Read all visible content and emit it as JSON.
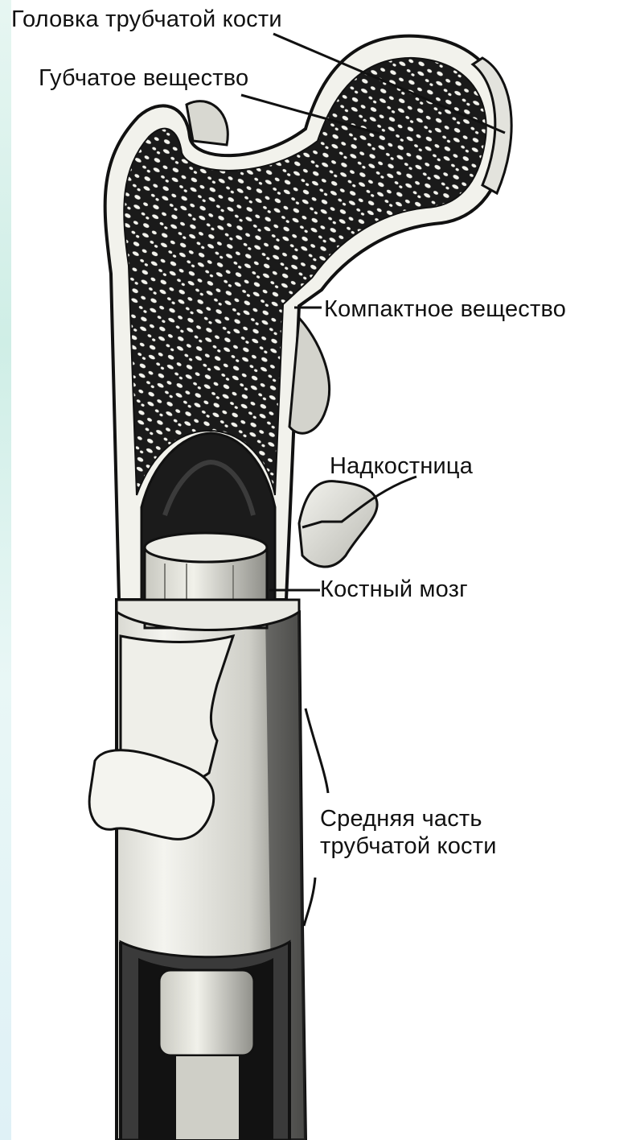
{
  "labels": {
    "head": "Головка трубчатой кости",
    "spongy": "Губчатое вещество",
    "compact": "Компактное вещество",
    "periosteum": "Надкостница",
    "marrow": "Костный мозг",
    "middle_line1": "Средняя часть",
    "middle_line2": "трубчатой кости"
  },
  "colors": {
    "ink": "#111111",
    "bone": "#f1f1ec",
    "bone_shade": "#bdbdb6",
    "cavity": "#1c1c1c",
    "edge_tint": "#cfeee6"
  }
}
